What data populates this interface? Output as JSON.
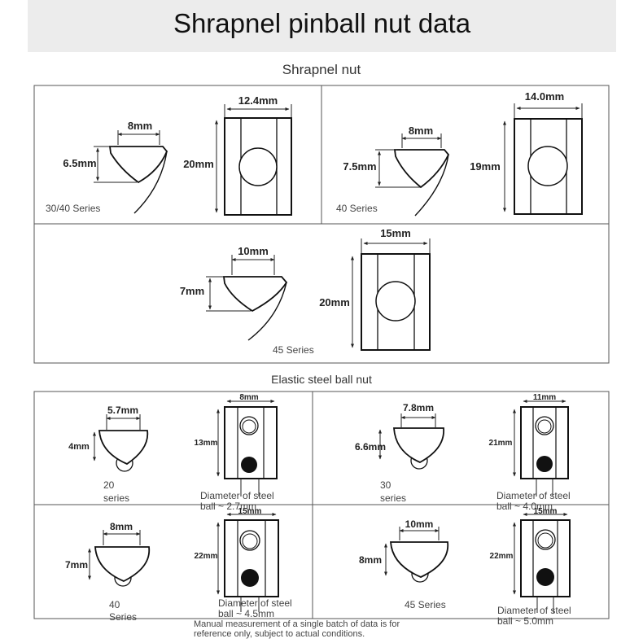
{
  "title": "Shrapnel pinball nut data",
  "sections": {
    "shrapnel": "Shrapnel nut",
    "elastic": "Elastic steel ball nut"
  },
  "shrapnel_nuts": [
    {
      "series": "30/40 Series",
      "width": "8mm",
      "height": "6.5mm",
      "top_width": "12.4mm",
      "length": "20mm"
    },
    {
      "series": "40 Series",
      "width": "8mm",
      "height": "7.5mm",
      "top_width": "14.0mm",
      "length": "19mm"
    },
    {
      "series": "45 Series",
      "width": "10mm",
      "height": "7mm",
      "top_width": "15mm",
      "length": "20mm"
    }
  ],
  "ball_nuts": [
    {
      "series_num": "20",
      "series_word": "series",
      "width": "5.7mm",
      "height": "4mm",
      "top_width": "8mm",
      "length": "13mm",
      "diam_line1": "Diameter of steel",
      "diam_line2": "ball ~ 2.7mm"
    },
    {
      "series_num": "30",
      "series_word": "series",
      "width": "7.8mm",
      "height": "6.6mm",
      "top_width": "11mm",
      "length": "21mm",
      "diam_line1": "Diameter of steel",
      "diam_line2": "ball ~ 4.0mm"
    },
    {
      "series_num": "40",
      "series_word": "Series",
      "width": "8mm",
      "height": "7mm",
      "top_width": "15mm",
      "length": "22mm",
      "diam_line1": "Diameter of steel",
      "diam_line2": "ball ~ 4.5mm"
    },
    {
      "series_num": "45 Series",
      "series_word": "",
      "width": "10mm",
      "height": "8mm",
      "top_width": "15mm",
      "length": "22mm",
      "diam_line1": "Diameter of steel",
      "diam_line2": "ball ~ 5.0mm"
    }
  ],
  "note": {
    "line1": "Manual measurement of a single batch of data is for",
    "line2": "reference only, subject to actual conditions."
  }
}
